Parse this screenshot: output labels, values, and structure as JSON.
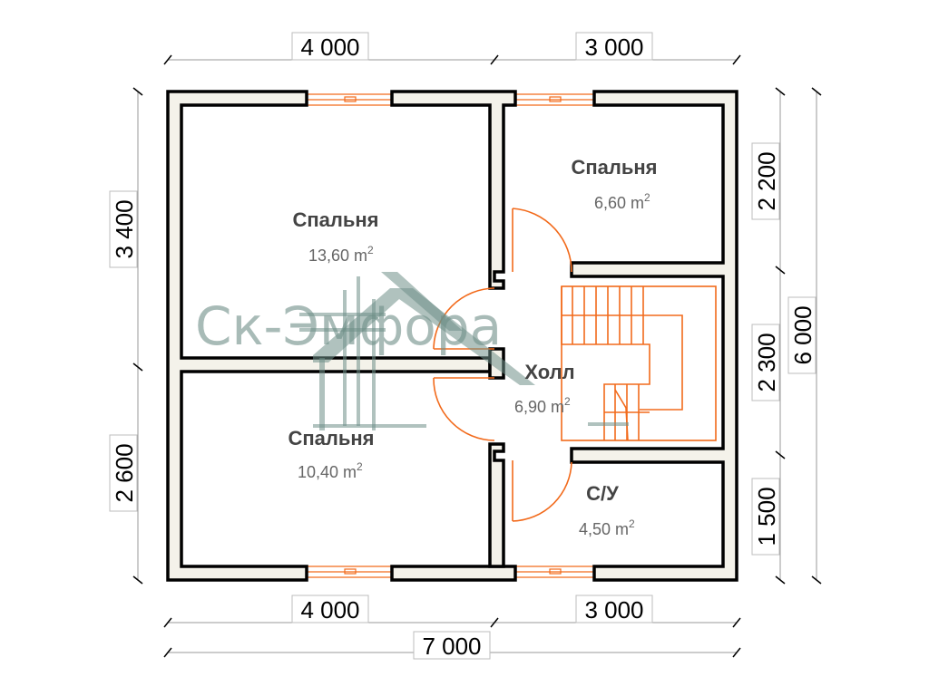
{
  "dimensions": {
    "top": [
      "4 000",
      "3 000"
    ],
    "bottom": [
      "4 000",
      "3 000"
    ],
    "total_width": "7 000",
    "left": [
      "3 400",
      "2 600"
    ],
    "right_inner": [
      "2 200",
      "2 300",
      "1 500"
    ],
    "total_height": "6 000"
  },
  "rooms": [
    {
      "name": "Спальня",
      "area": "13,60 m",
      "sup": "2"
    },
    {
      "name": "Спальня",
      "area": "6,60 m",
      "sup": "2"
    },
    {
      "name": "Спальня",
      "area": "10,40 m",
      "sup": "2"
    },
    {
      "name": "Холл",
      "area": "6,90 m",
      "sup": "2"
    },
    {
      "name": "С/У",
      "area": "4,50 m",
      "sup": "2"
    }
  ],
  "watermark": "Ск-Эмфора",
  "colors": {
    "wall_fill": "#f4f2ea",
    "accent_orange": "#f26a1b",
    "watermark": "#6f8f88"
  }
}
